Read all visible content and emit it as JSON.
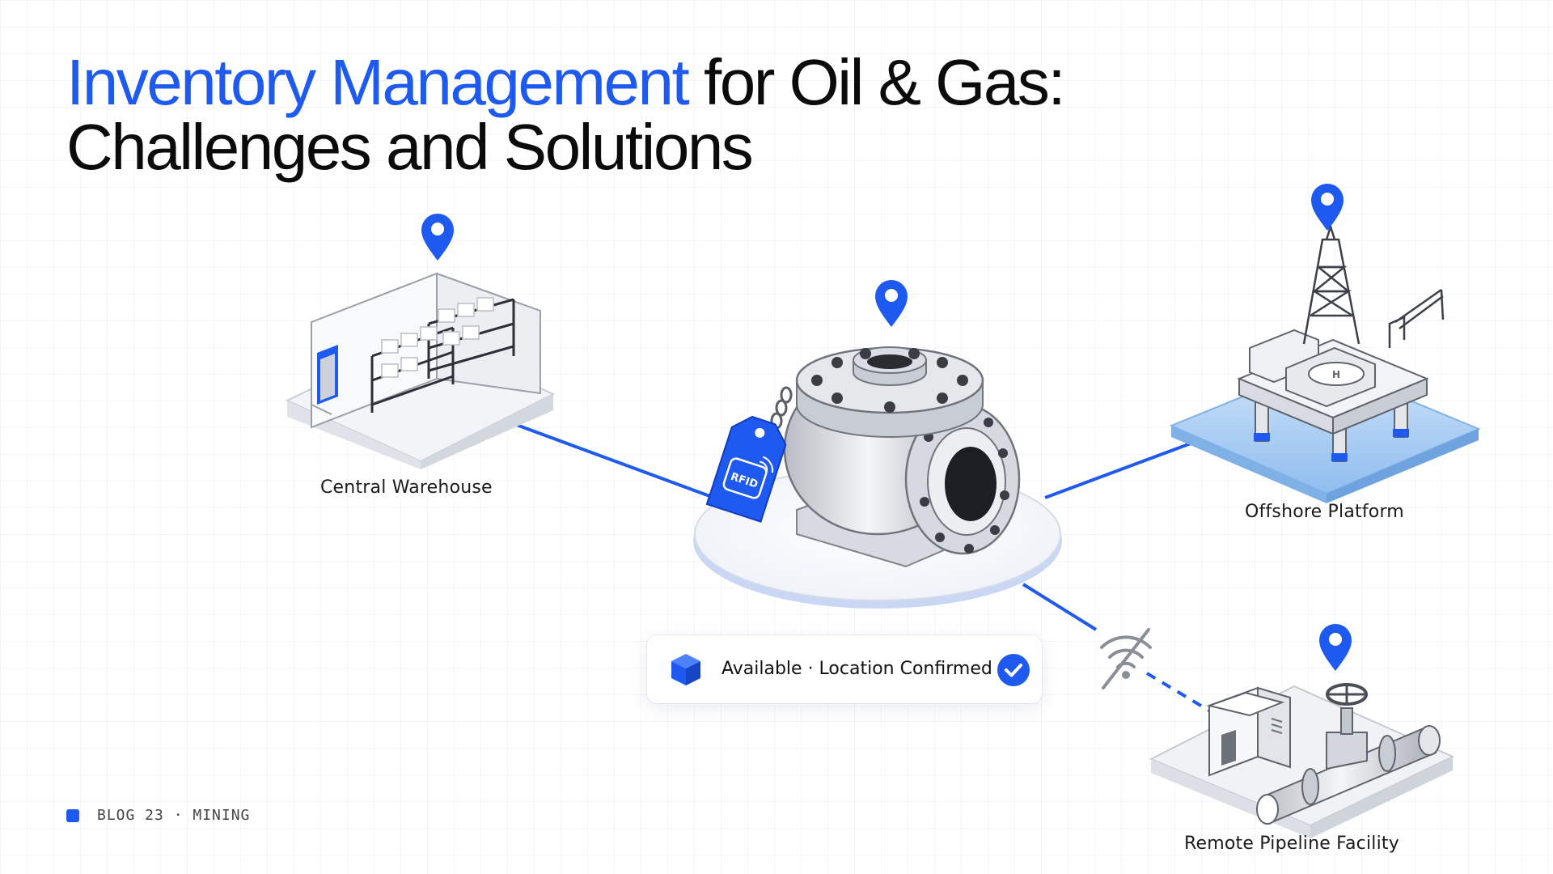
{
  "title": {
    "highlight": "Inventory Management",
    "rest_line1": " for Oil & Gas:",
    "line2": "Challenges and Solutions"
  },
  "nodes": {
    "central_warehouse": "Central Warehouse",
    "offshore_platform": "Offshore Platform",
    "remote_pipeline": "Remote Pipeline Facility"
  },
  "asset": {
    "tag_text": "RFID"
  },
  "status": {
    "text": "Available · Location Confirmed"
  },
  "footer": {
    "tag": "BLOG 23 · MINING"
  },
  "colors": {
    "accent": "#1f5af0",
    "water": "#9cc6f2"
  }
}
